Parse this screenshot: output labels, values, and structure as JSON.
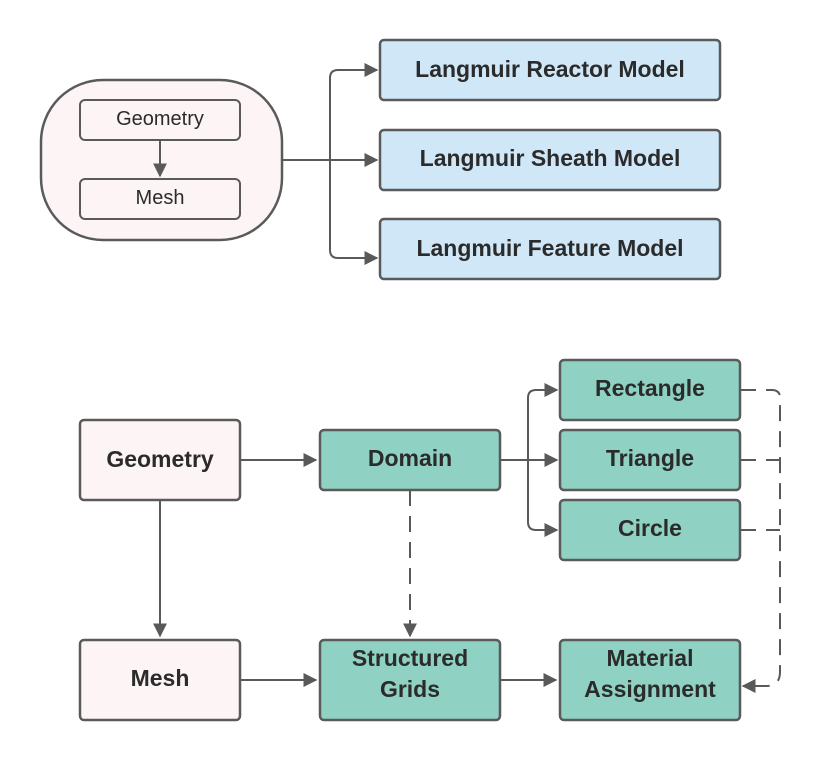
{
  "colors": {
    "pink_fill": "#fdf4f6",
    "blue_fill": "#cfe7f7",
    "teal_fill": "#8fd1c3",
    "stroke": "#5a5a5a",
    "arrow": "#595959"
  },
  "top": {
    "group": {
      "geometry": "Geometry",
      "mesh": "Mesh"
    },
    "models": {
      "reactor": "Langmuir Reactor Model",
      "sheath": "Langmuir Sheath Model",
      "feature": "Langmuir Feature Model"
    }
  },
  "bottom": {
    "geometry": "Geometry",
    "mesh": "Mesh",
    "domain": "Domain",
    "structured_grids": [
      "Structured",
      "Grids"
    ],
    "shapes": {
      "rectangle": "Rectangle",
      "triangle": "Triangle",
      "circle": "Circle"
    },
    "material_assignment": [
      "Material",
      "Assignment"
    ]
  }
}
